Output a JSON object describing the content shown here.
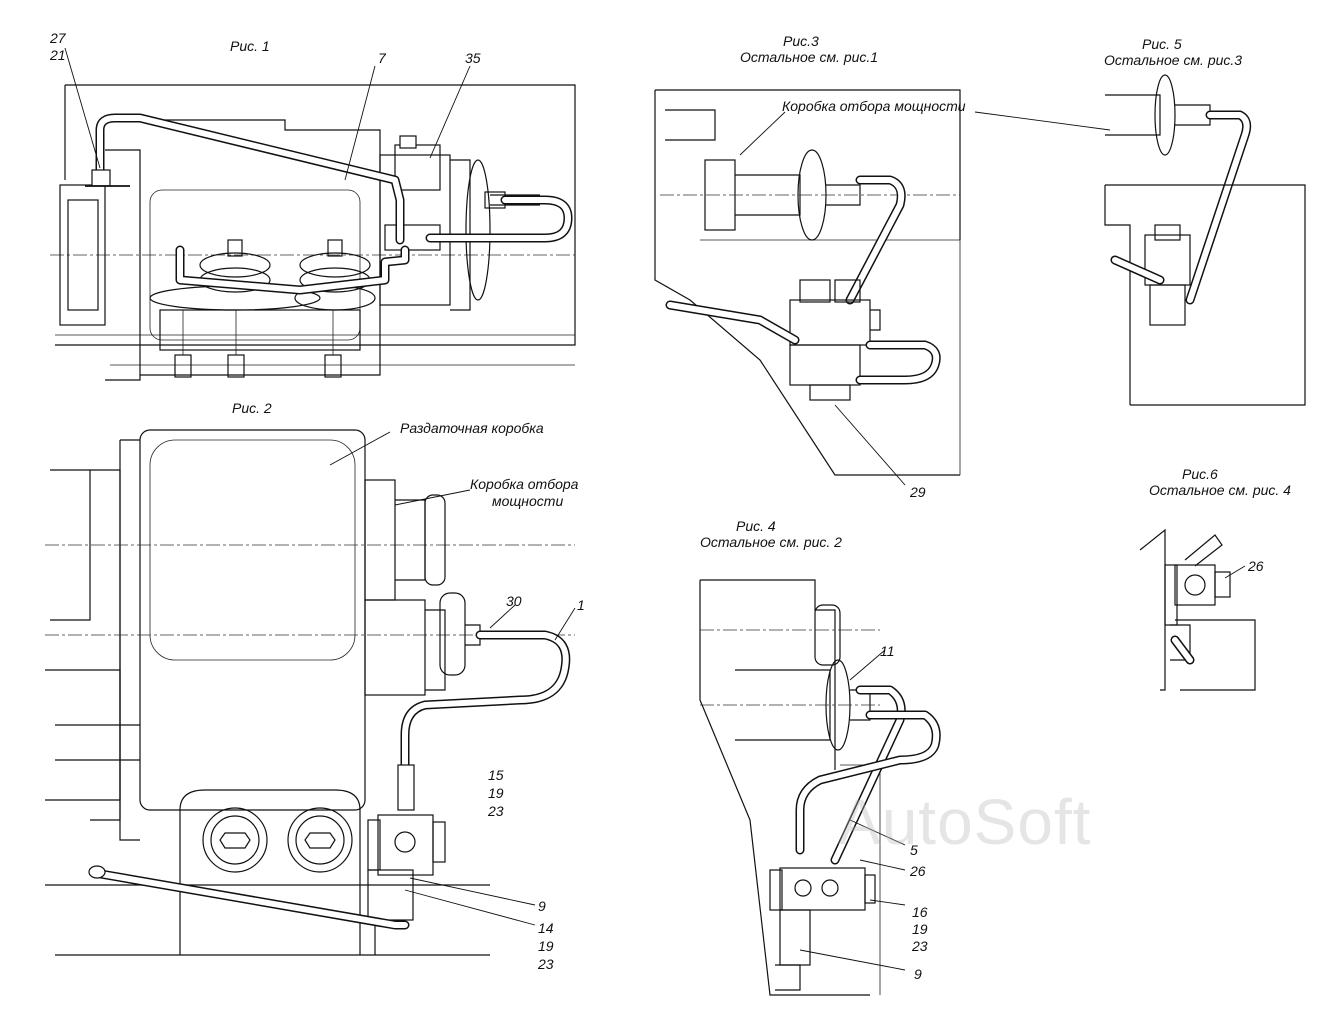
{
  "figures": {
    "fig1": {
      "title": "Рис. 1"
    },
    "fig2": {
      "title": "Рис. 2"
    },
    "fig3": {
      "title": "Рис.3",
      "note": "Остальное см. рис.1"
    },
    "fig4": {
      "title": "Рис. 4",
      "note": "Остальное см. рис. 2"
    },
    "fig5": {
      "title": "Рис. 5",
      "note": "Остальное см. рис.3"
    },
    "fig6": {
      "title": "Рис.6",
      "note": "Остальное см. рис. 4"
    }
  },
  "annotations": {
    "razdatochnaya": "Раздаточная коробка",
    "kom_line1": "Коробка отбора",
    "kom_line2": "мощности",
    "kom_full": "Коробка отбора мощности"
  },
  "callouts": {
    "c27": "27",
    "c21": "21",
    "c7": "7",
    "c35": "35",
    "c30": "30",
    "c1": "1",
    "c15": "15",
    "c19a": "19",
    "c23a": "23",
    "c9a": "9",
    "c14": "14",
    "c19b": "19",
    "c23b": "23",
    "c29": "29",
    "c11": "11",
    "c5": "5",
    "c26a": "26",
    "c16": "16",
    "c19c": "19",
    "c23c": "23",
    "c9b": "9",
    "c26b": "26"
  },
  "watermark": "AutoSoft"
}
